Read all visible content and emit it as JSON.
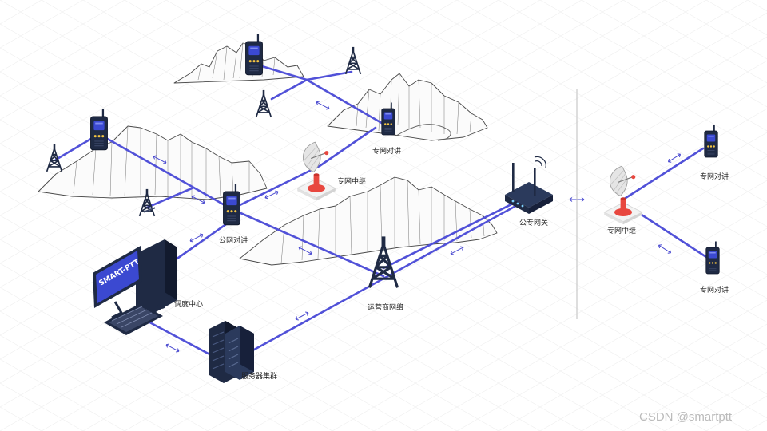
{
  "labels": {
    "private_radio_top": "专网对讲",
    "private_relay_left": "专网中继",
    "public_radio": "公网对讲",
    "dispatch_center": "调度中心",
    "operator_network": "运营商网络",
    "gateway": "公专网关",
    "server_cluster": "服务器集群",
    "private_relay_right": "专网中继",
    "private_radio_right_top": "专网对讲",
    "private_radio_right_bottom": "专网对讲"
  },
  "screen_text": "SMART-PTT",
  "watermark": "CSDN @smartptt",
  "colors": {
    "link": "#5151d8",
    "device_dark": "#1f2a44",
    "radio_screen": "#3b49d1",
    "radio_led": "#f5c542",
    "relay_red": "#e8473f",
    "grid": "#eeeeee"
  },
  "icons": [
    "radio-icon",
    "cell-tower-icon",
    "satellite-dish-icon",
    "router-icon",
    "computer-icon",
    "server-rack-icon",
    "mountain-sketch"
  ]
}
